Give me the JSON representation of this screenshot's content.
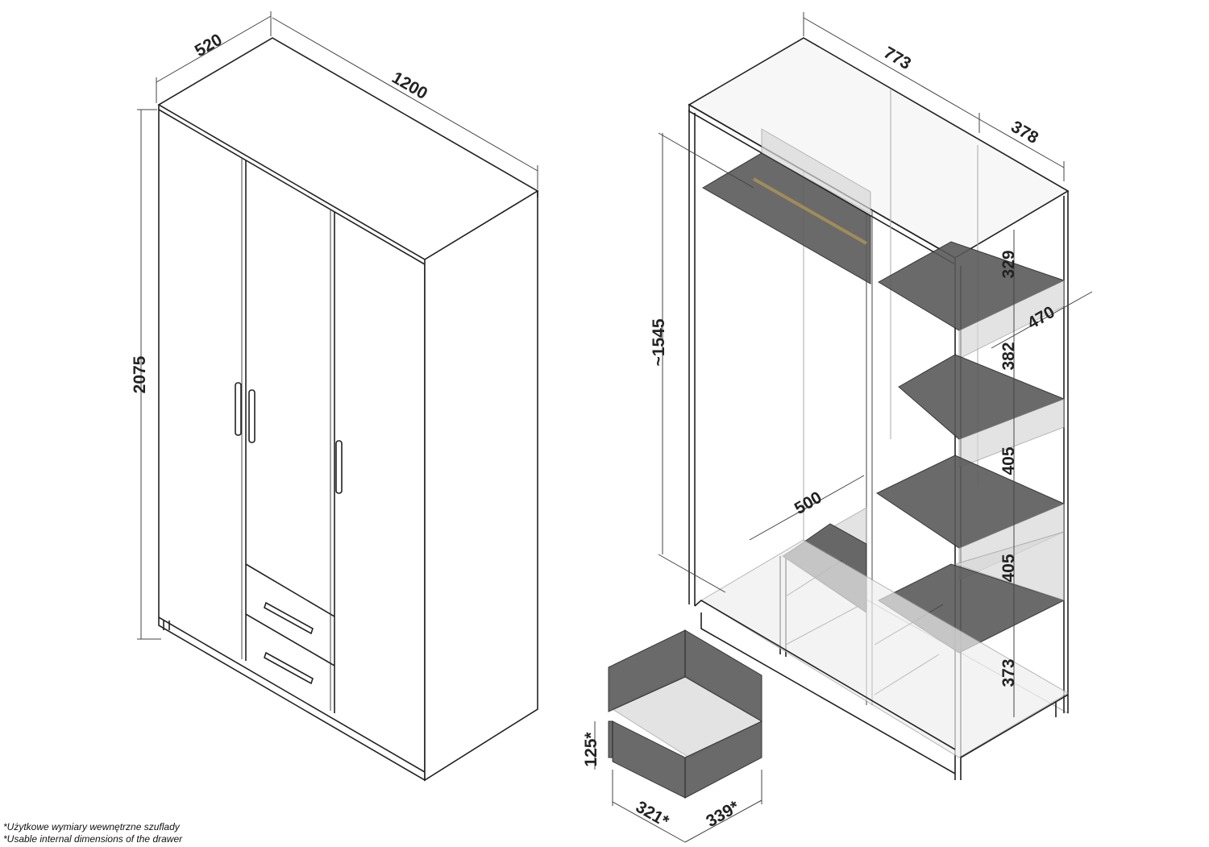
{
  "wardrobe_closed": {
    "dimensions": {
      "depth": "520",
      "width": "1200",
      "height": "2075"
    }
  },
  "wardrobe_open": {
    "dimensions": {
      "left_width": "773",
      "right_width": "378",
      "hanging_height": "~1545",
      "shelf_1": "329",
      "shelf_depth": "470",
      "shelf_2": "382",
      "shelf_3": "405",
      "shelf_4": "405",
      "shelf_5": "373",
      "drawer_compartment": "500"
    }
  },
  "drawer": {
    "dimensions": {
      "height": "125*",
      "depth": "321*",
      "width": "339*"
    }
  },
  "notes": {
    "pl": "*Użytkowe wymiary wewnętrzne szuflady",
    "en": "*Usable internal dimensions of the drawer"
  }
}
